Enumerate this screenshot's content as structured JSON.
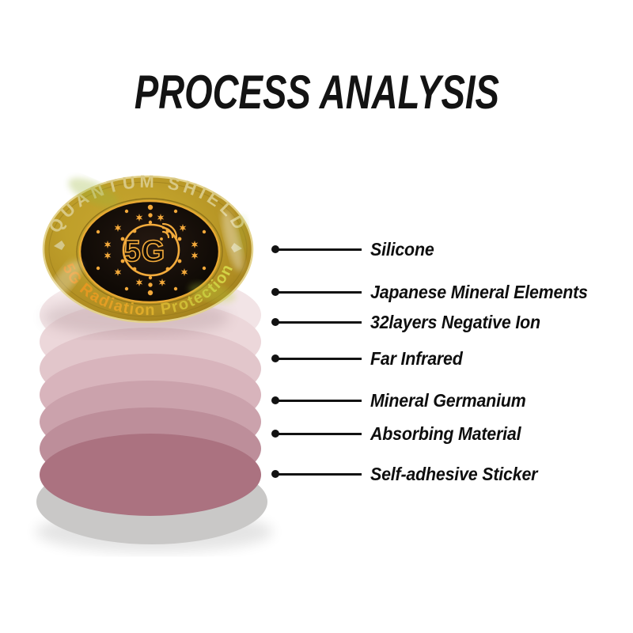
{
  "title": "PROCESS ANALYSIS",
  "badge": {
    "top_text": "QUANTUM SHIELD",
    "center_text": "5G",
    "bottom_text": "5G Radiation Protection"
  },
  "layers": [
    {
      "label": "Silicone",
      "color": "#f2e4e6"
    },
    {
      "label": "Japanese Mineral Elements",
      "color": "#ecd7da"
    },
    {
      "label": "32layers Negative Ion",
      "color": "#e2c6cb"
    },
    {
      "label": "Far Infrared",
      "color": "#d8b4bc"
    },
    {
      "label": "Mineral Germanium",
      "color": "#cba2ac"
    },
    {
      "label": "Absorbing Material",
      "color": "#bd8e9a"
    },
    {
      "label": "Self-adhesive Sticker",
      "color": "#ab7280"
    }
  ],
  "base": {
    "color": "#c9c8c7"
  },
  "colors": {
    "callout": "#121212",
    "gold_band_text": "#d8c884",
    "bottom_text_left": "#e78f1e",
    "bottom_text_right": "#d6d94a",
    "dots": "#f2a83a",
    "emblem_stroke": "#f3ab3c"
  }
}
